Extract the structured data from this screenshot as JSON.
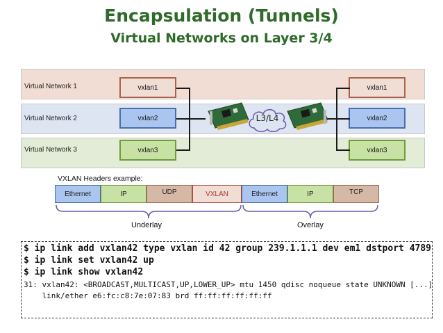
{
  "title": "Encapsulation (Tunnels)",
  "subtitle": "Virtual Networks on Layer 3/4",
  "networks": [
    {
      "label": "Virtual Network 1",
      "left_iface": "vxlan1",
      "right_iface": "vxlan1"
    },
    {
      "label": "Virtual Network 2",
      "left_iface": "vxlan2",
      "right_iface": "vxlan2"
    },
    {
      "label": "Virtual Network 3",
      "left_iface": "vxlan3",
      "right_iface": "vxlan3"
    }
  ],
  "cloud_label": "L3/L4",
  "headers_title": "VXLAN Headers example:",
  "headers": [
    "Ethernet",
    "IP",
    "UDP",
    "VXLAN",
    "Ethernet",
    "IP",
    "TCP"
  ],
  "brace_labels": {
    "underlay": "Underlay",
    "overlay": "Overlay"
  },
  "terminal": {
    "commands": [
      "$ ip link add vxlan42 type vxlan id 42 group 239.1.1.1 dev em1 dstport 4789",
      "$ ip link set vxlan42 up",
      "$ ip link show vxlan42"
    ],
    "output": [
      "31: vxlan42: <BROADCAST,MULTICAST,UP,LOWER_UP> mtu 1450 qdisc noqueue state UNKNOWN [...]",
      "    link/ether e6:fc:c8:7e:07:83 brd ff:ff:ff:ff:ff:ff"
    ]
  },
  "colors": {
    "title": "#2e6a29",
    "vn1_band": "#f1ddd3",
    "vn2_band": "#dde5f2",
    "vn3_band": "#e3ecd6",
    "vxlan_header_text": "#b03030",
    "brace": "#6b5aa8"
  },
  "icons": [
    "network-card-icon",
    "cloud-icon"
  ]
}
